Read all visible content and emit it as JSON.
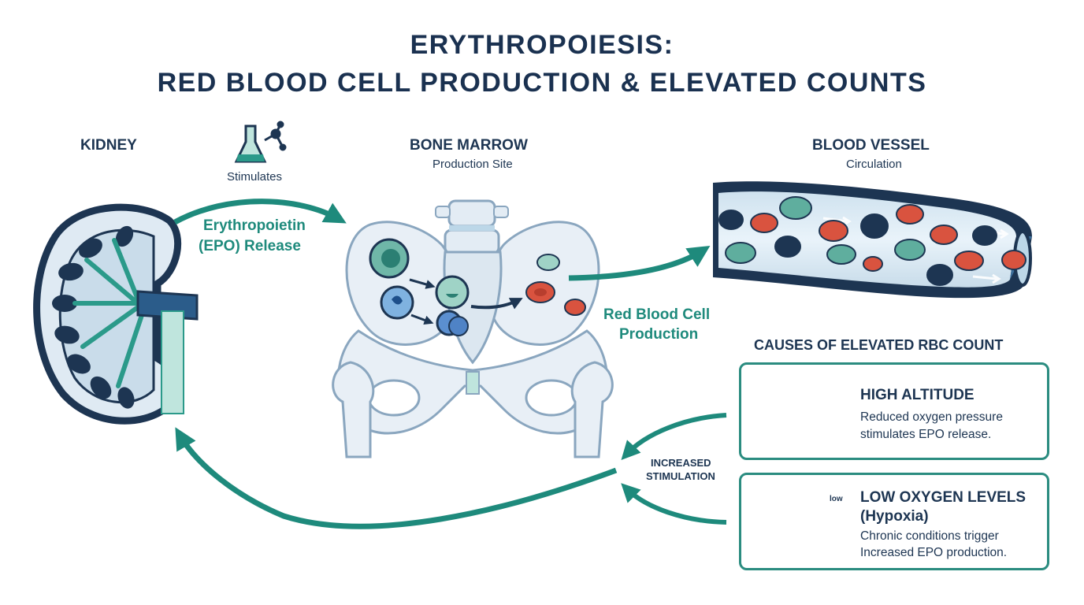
{
  "title": {
    "line1": "ERYTHROPOIESIS:",
    "line2": "RED BLOOD CELL PRODUCTION & ELEVATED COUNTS"
  },
  "kidney": {
    "label": "KIDNEY"
  },
  "stimulates": {
    "label": "Stimulates",
    "icon": "flask-molecule-icon"
  },
  "epo": {
    "line1": "Erythropoietin",
    "line2": "(EPO) Release"
  },
  "bone_marrow": {
    "label": "BONE MARROW",
    "sublabel": "Production Site"
  },
  "rbc_production": {
    "line1": "Red Blood Cell",
    "line2": "Production"
  },
  "blood_vessel": {
    "label": "BLOOD VESSEL",
    "sublabel": "Circulation"
  },
  "feedback": {
    "line1": "INCREASED",
    "line2": "STIMULATION"
  },
  "causes": {
    "heading": "CAUSES OF ELEVATED RBC COUNT",
    "items": [
      {
        "title": "HIGH ALTITUDE",
        "text1": "Reduced oxygen pressure",
        "text2": "stimulates EPO release.",
        "icon": "mountain-icon"
      },
      {
        "title1": "LOW OXYGEN LEVELS",
        "title2": "(Hypoxia)",
        "text1": "Chronic conditions trigger",
        "text2": "Increased EPO production.",
        "icon": "lungs-mask-icon",
        "gauge_label": "low"
      }
    ]
  },
  "colors": {
    "navy": "#1d3552",
    "teal": "#1e8a7c",
    "rbc": "#d9533f",
    "light_blue": "#dde9f2"
  }
}
